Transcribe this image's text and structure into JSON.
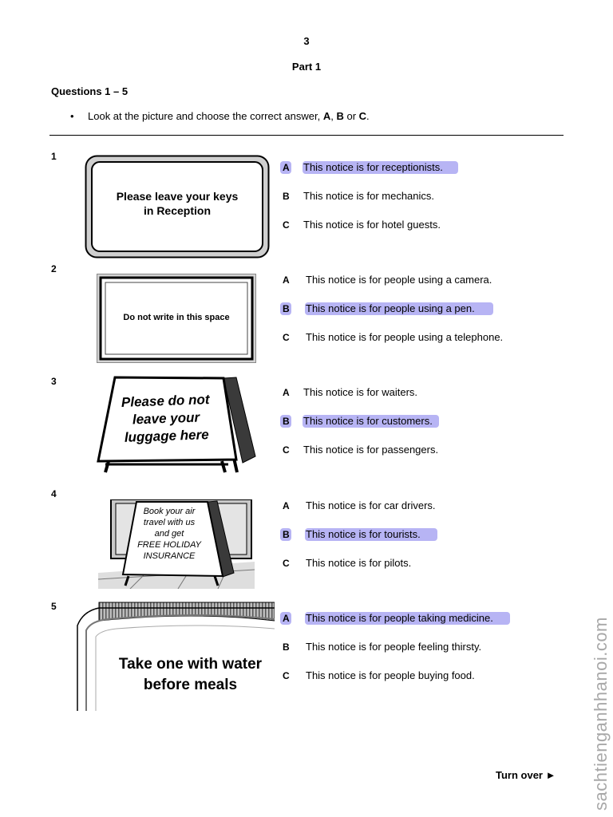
{
  "header": {
    "page_number": "3",
    "part_title": "Part 1",
    "questions_range": "Questions 1 – 5"
  },
  "instruction": {
    "bullet": "•",
    "text_start": "Look at the picture and choose the correct answer, ",
    "a": "A",
    "sep1": ", ",
    "b": "B",
    "sep2": " or ",
    "c": "C",
    "end": "."
  },
  "questions": [
    {
      "number": "1",
      "sign_text": [
        "Please leave your keys",
        "in Reception"
      ],
      "options": [
        {
          "letter": "A",
          "text": "This notice is for receptionists.",
          "highlighted": true
        },
        {
          "letter": "B",
          "text": "This notice is for mechanics.",
          "highlighted": false
        },
        {
          "letter": "C",
          "text": "This notice is for hotel guests.",
          "highlighted": false
        }
      ]
    },
    {
      "number": "2",
      "sign_text": [
        "Do not write in this space"
      ],
      "options": [
        {
          "letter": "A",
          "text": "This notice is for people using a camera.",
          "highlighted": false
        },
        {
          "letter": "B",
          "text": "This notice is for people using a pen.",
          "highlighted": true
        },
        {
          "letter": "C",
          "text": "This notice is for people using a telephone.",
          "highlighted": false
        }
      ]
    },
    {
      "number": "3",
      "sign_text": [
        "Please do not",
        "leave your",
        "luggage here"
      ],
      "options": [
        {
          "letter": "A",
          "text": "This notice is for waiters.",
          "highlighted": false
        },
        {
          "letter": "B",
          "text": "This notice is for customers.",
          "highlighted": true
        },
        {
          "letter": "C",
          "text": "This notice is for passengers.",
          "highlighted": false
        }
      ]
    },
    {
      "number": "4",
      "sign_text": [
        "Book your air",
        "travel with us",
        "and get",
        "FREE HOLIDAY",
        "INSURANCE"
      ],
      "options": [
        {
          "letter": "A",
          "text": "This notice is for car drivers.",
          "highlighted": false
        },
        {
          "letter": "B",
          "text": "This notice is for tourists.",
          "highlighted": true
        },
        {
          "letter": "C",
          "text": "This notice is for pilots.",
          "highlighted": false
        }
      ]
    },
    {
      "number": "5",
      "sign_text": [
        "Take one with water",
        "before meals"
      ],
      "options": [
        {
          "letter": "A",
          "text": "This notice is for people taking medicine.",
          "highlighted": true
        },
        {
          "letter": "B",
          "text": "This notice is for people feeling thirsty.",
          "highlighted": false
        },
        {
          "letter": "C",
          "text": "This notice is for people buying food.",
          "highlighted": false
        }
      ]
    }
  ],
  "footer": {
    "turn_over": "Turn over ►"
  },
  "watermark": "sachtienganhhanoi.com",
  "colors": {
    "highlight": "#b7b4f4",
    "watermark": "#a8a8a8"
  }
}
